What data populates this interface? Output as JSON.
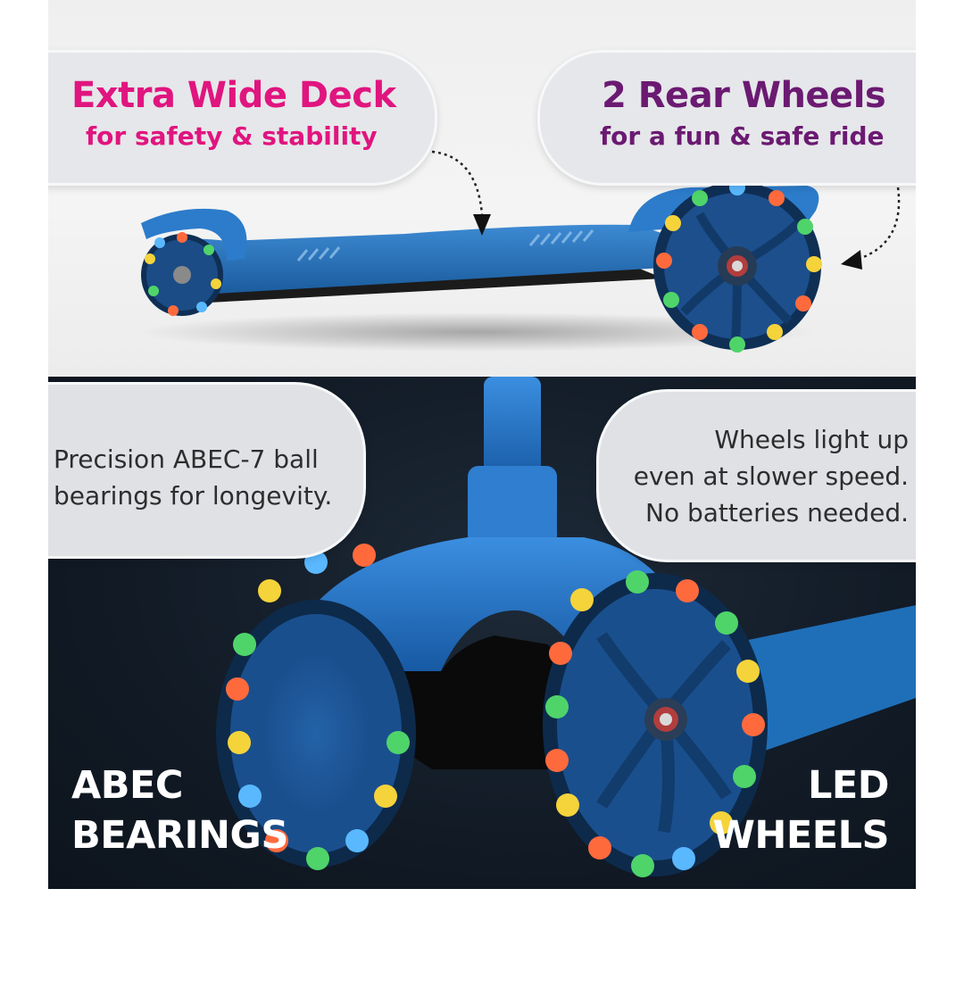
{
  "callouts": {
    "deck": {
      "title": "Extra Wide Deck",
      "subtitle": "for safety & stability",
      "color": "#e0157f"
    },
    "rear_wheels": {
      "title": "2 Rear Wheels",
      "subtitle": "for a fun & safe ride",
      "color": "#6b1a72"
    },
    "bearings_desc": {
      "line1": "Precision ABEC-7 ball",
      "line2": "bearings for longevity."
    },
    "lights_desc": {
      "line1": "Wheels light up",
      "line2": "even at slower speed.",
      "line3": "No batteries needed."
    }
  },
  "labels": {
    "bearings": {
      "line1": "ABEC",
      "line2": "BEARINGS"
    },
    "led": {
      "line1": "LED",
      "line2": "WHEELS"
    }
  },
  "colors": {
    "scooter_blue": "#1f6fb8",
    "top_background": "#efefef",
    "bottom_background": "#111a25"
  }
}
